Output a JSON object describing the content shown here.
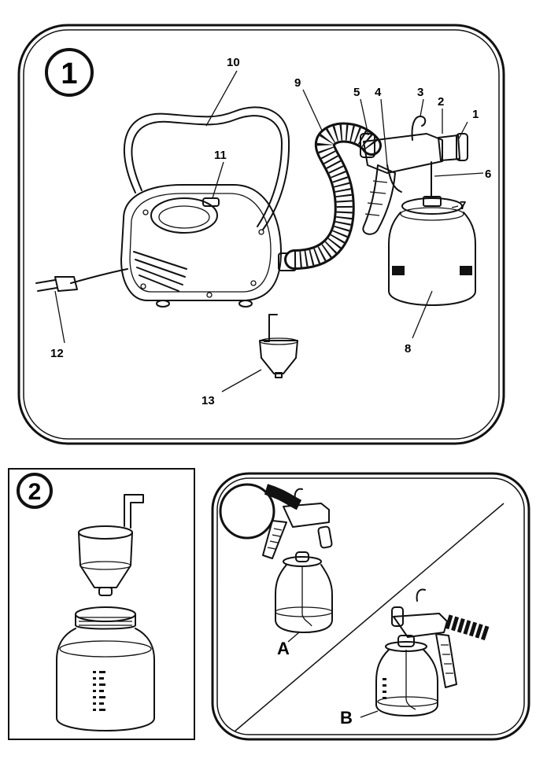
{
  "figure1": {
    "badge": "1",
    "labels": {
      "l1": "1",
      "l2": "2",
      "l3": "3",
      "l4": "4",
      "l5": "5",
      "l6": "6",
      "l7": "7",
      "l8": "8",
      "l9": "9",
      "l10": "10",
      "l11": "11",
      "l12": "12",
      "l13": "13"
    }
  },
  "figure2": {
    "badge": "2"
  },
  "figure3": {
    "label_a": "A",
    "label_b": "B"
  }
}
